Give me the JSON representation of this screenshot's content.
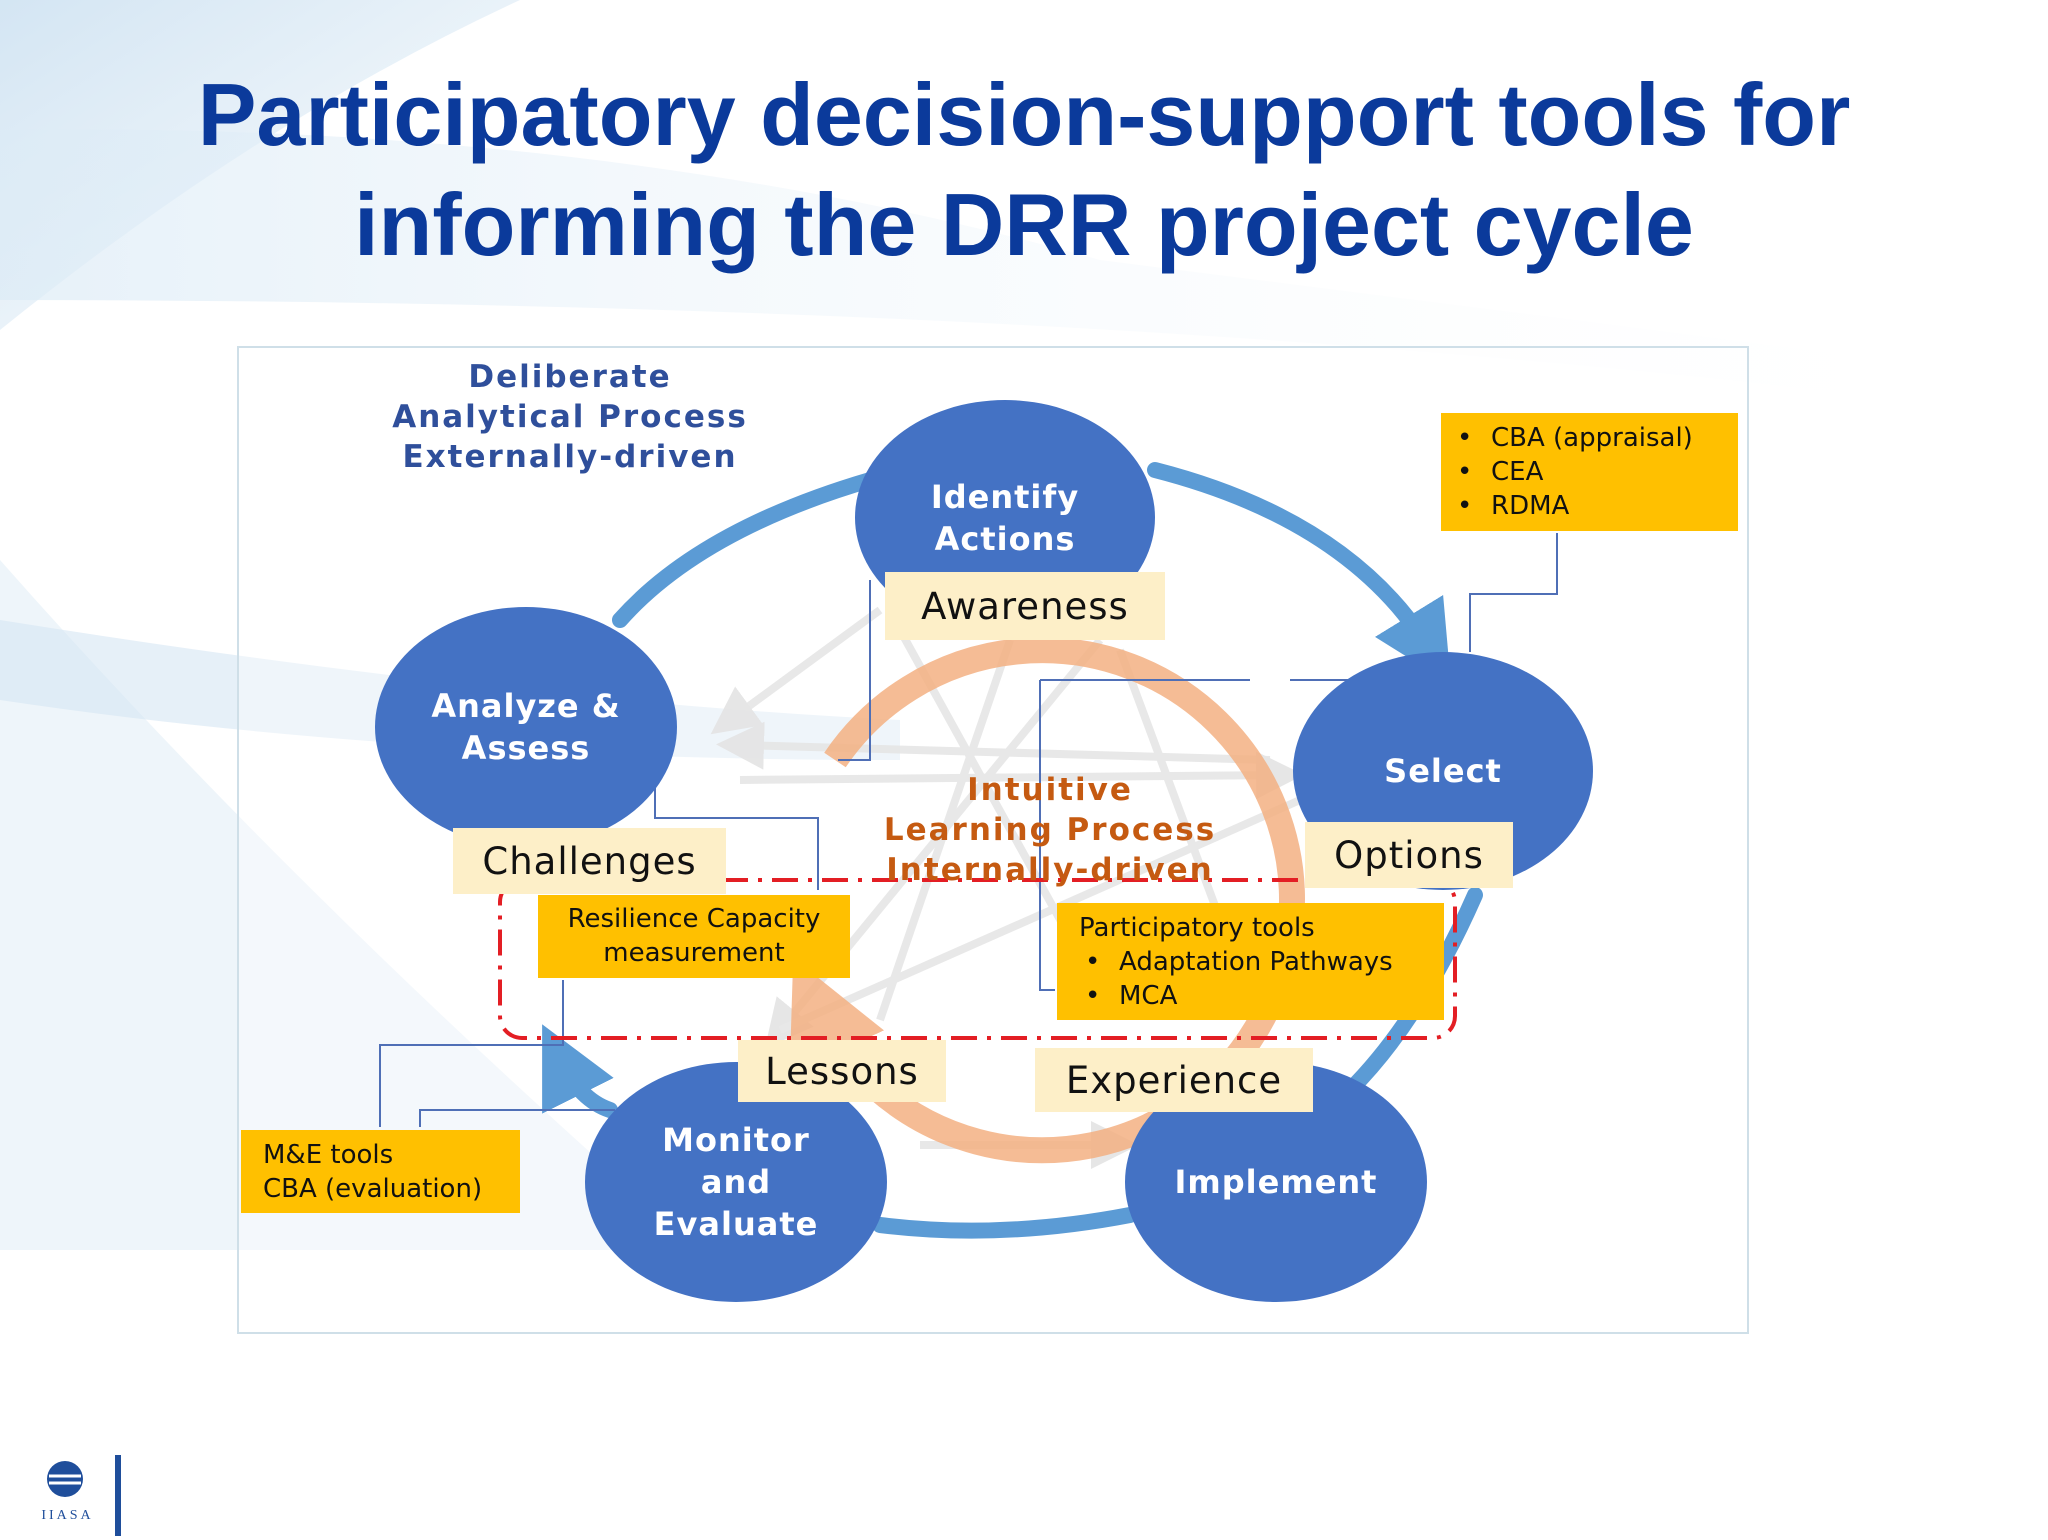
{
  "title": {
    "line1": "Participatory decision-support tools for",
    "line2": "informing the DRR project cycle"
  },
  "colors": {
    "title": "#0b3a9b",
    "node_fill": "#4472c4",
    "cycle_arrow": "#5b9bd5",
    "inner_arrow": "#f4b183",
    "tag_fill": "#fdefc8",
    "note_fill": "#ffc000",
    "dashed_box": "#e31e24",
    "deliberate_text": "#2f4f9b",
    "intuitive_text": "#c55a11"
  },
  "deliberate_process": {
    "line1": "Deliberate",
    "line2": "Analytical Process",
    "line3": "Externally-driven"
  },
  "intuitive_process": {
    "line1": "Intuitive",
    "line2": "Learning Process",
    "line3": "Internally-driven"
  },
  "nodes": {
    "identify": "Identify\nActions",
    "analyze": "Analyze &\nAssess",
    "select": "Select",
    "monitor": "Monitor\nand\nEvaluate",
    "implement": "Implement"
  },
  "tags": {
    "awareness": "Awareness",
    "challenges": "Challenges",
    "options": "Options",
    "lessons": "Lessons",
    "experience": "Experience"
  },
  "notes": {
    "select_tools": [
      "CBA (appraisal)",
      "CEA",
      "RDMA"
    ],
    "resilience_line1": "Resilience Capacity",
    "resilience_line2": "measurement",
    "participatory_heading": "Participatory tools",
    "participatory_items": [
      "Adaptation Pathways",
      "MCA"
    ],
    "me_line1": "M&E tools",
    "me_line2": "CBA (evaluation)"
  },
  "logo": {
    "text": "IIASA",
    "icon": "iiasa-globe-icon"
  }
}
